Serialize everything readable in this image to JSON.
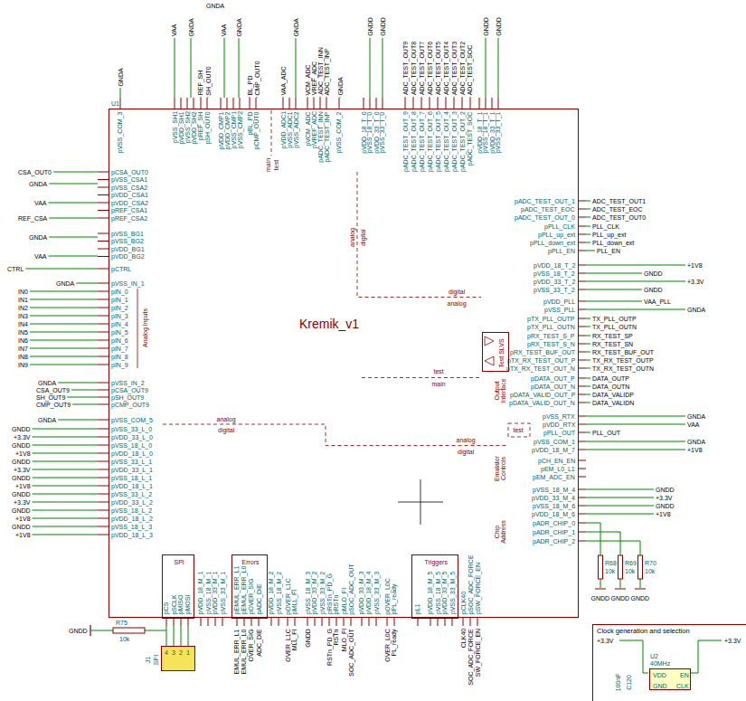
{
  "diagram": {
    "nodes": [
      {
        "text": [
          "U1",
          "Kremik_v1"
        ]
      },
      {
        "text": [
          "Test SLVS"
        ],
        "in": 0
      },
      {
        "text": [
          "SPI"
        ],
        "in": 0
      },
      {
        "text": [
          "Errors"
        ],
        "in": 0
      },
      {
        "text": [
          "Triggers"
        ],
        "in": 0
      },
      {
        "text": [
          "J1",
          "SPI"
        ]
      },
      {
        "text": [
          "Clock generation and selection"
        ]
      },
      {
        "text": [
          "U2",
          "40MHz",
          "VDD",
          "EN",
          "GND",
          "CLK"
        ],
        "in": 6
      }
    ],
    "labels": [
      "pVSS_COM_3",
      "pVSS_SH1",
      "pVDD_SH1",
      "pVSS_SH2",
      "pVDD_SH2",
      "pREF_SH",
      "pSH_OUT0",
      "pVDD_CMP1",
      "pVDD_CMP2",
      "pVSS_CMP1",
      "pVSS_CMP2",
      "pBL_PD",
      "pCMP_OUT0",
      "pVDD_ADC1",
      "pVSS_ADC1",
      "pVSS_ADC2",
      "pVCM_ADC",
      "pVREF_ADC",
      "pADC_TEST_INN",
      "pADC_TEST_INP",
      "pVSS_COM_2",
      "pVDD_18_T_0",
      "pVSS_18_T_0",
      "pVDD_33_T_0",
      "pVSS_33_T_0",
      "pADC_TEST_OUT_9",
      "pADC_TEST_OUT_8",
      "pADC_TEST_OUT_7",
      "pADC_TEST_OUT_6",
      "pADC_TEST_OUT_5",
      "pADC_TEST_OUT_4",
      "pADC_TEST_OUT_3",
      "pADC_TEST_OUT_2",
      "pADC_TEST_SOC",
      "pVDD_18_T_1",
      "pVSS_18_T_1",
      "pVDD_33_T_1",
      "pVSS_33_T_1",
      "GNDA",
      "VAA",
      "GNDA",
      "GNDA",
      "REF_SH",
      "SH_OUT0",
      "VAA",
      "GNDA",
      "BL_PD",
      "CMP_OUT0",
      "VAA_ADC",
      "GNDA",
      "VCM_ADC",
      "VREF_ADC",
      "ADC_TEST_INN",
      "ADC_TEST_INP",
      "GNDA",
      "GNDD",
      "GNDD",
      "ADC_TEST_OUT9",
      "ADC_TEST_OUT8",
      "ADC_TEST_OUT7",
      "ADC_TEST_OUT6",
      "ADC_TEST_OUT5",
      "ADC_TEST_OUT4",
      "ADC_TEST_OUT3",
      "ADC_TEST_OUT2",
      "ADC_TEST_SOC",
      "GNDD",
      "GNDD",
      "pCSA_OUT0",
      "pVSS_CSA1",
      "pVSS_CSA2",
      "pVDD_CSA1",
      "pVDD_CSA2",
      "pREF_CSA1",
      "pREF_CSA2",
      "pVSS_BG1",
      "pVSS_BG2",
      "pVDD_BG1",
      "pVDD_BG2",
      "pCTRL",
      "pVSS_IN_1",
      "pIN_0",
      "pIN_1",
      "pIN_2",
      "pIN_3",
      "pIN_4",
      "pIN_5",
      "pIN_6",
      "pIN_7",
      "pIN_8",
      "pIN_9",
      "pVSS_IN_2",
      "pCSA_OUT9",
      "pSH_OUT9",
      "pCMP_OUT9",
      "pVSS_COM_5",
      "pVSS_33_L_0",
      "pVDD_33_L_0",
      "pVSS_18_L_0",
      "pVDD_18_L_0",
      "pVSS_33_L_1",
      "pVDD_33_L_1",
      "pVSS_18_L_1",
      "pVDD_18_L_1",
      "pVSS_33_L_2",
      "pVDD_33_L_2",
      "pVSS_18_L_2",
      "pVDD_18_L_2",
      "pVSS_18_L_3",
      "pVDD_18_L_3",
      "CSA_OUT0",
      "GNDA",
      "VAA",
      "REF_CSA",
      "GNDA",
      "VAA",
      "CTRL",
      "GNDA",
      "IN0",
      "IN1",
      "IN2",
      "IN3",
      "IN4",
      "IN5",
      "IN6",
      "IN7",
      "IN8",
      "IN9",
      "GNDA",
      "CSA_OUT9",
      "SH_OUT9",
      "CMP_OUT9",
      "GNDA",
      "GNDD",
      "+3.3V",
      "GNDD",
      "+1V8",
      "GNDD",
      "+3.3V",
      "GNDD",
      "+1V8",
      "GNDD",
      "+3.3V",
      "GNDD",
      "+1V8",
      "GNDD",
      "+1V8",
      "pADC_TEST_OUT_1",
      "pADC_TEST_EOC",
      "pADC_TEST_OUT_0",
      "pPLL_CLK",
      "pPLL_up_ext",
      "pPLL_down_ext",
      "pPLL_EN",
      "pVDD_18_T_2",
      "pVSS_18_T_2",
      "pVDD_33_T_2",
      "pVSS_33_T_2",
      "pVDD_PLL",
      "pVSS_PLL",
      "pTX_PLL_OUTP",
      "pTX_PLL_OUTN",
      "pRX_TEST_S_P",
      "pRX_TEST_S_N",
      "pRX_TEST_BUF_OUT",
      "pTX_RX_TEST_OUT_P",
      "pTX_RX_TEST_OUT_N",
      "pDATA_OUT_P",
      "pDATA_OUT_N",
      "pDATA_VALID_OUT_P",
      "pDATA_VALID_OUT_N",
      "pVSS_RTX",
      "pVDD_RTX",
      "pPLL_OUT",
      "pVSS_COM_1",
      "pVDD_18_M_7",
      "pCH_EN_EN",
      "pEM_L0_L1",
      "pEM_ADC_EN",
      "pVSS_18_M_4",
      "pVDD_33_M_4",
      "pVSS_18_M_6",
      "pVDD_18_M_6",
      "pADR_CHIP_0",
      "pADR_CHIP_1",
      "pADR_CHIP_2",
      "ADC_TEST_OUT1",
      "ADC_TEST_EOC",
      "ADC_TEST_OUT0",
      "PLL_CLK",
      "PLL_up_ext",
      "PLL_down_ext",
      "PLL_EN",
      "+1V8",
      "GNDD",
      "+3.3V",
      "GNDD",
      "VAA_PLL",
      "GNDA",
      "TX_PLL_OUTP",
      "TX_PLL_OUTN",
      "RX_TEST_SP",
      "RX_TEST_SN",
      "RX_TEST_BUF_OUT",
      "TX_RX_TEST_OUTP",
      "TX_RX_TEST_OUTN",
      "DATA_OUTP",
      "DATA_OUTN",
      "DATA_VALIDP",
      "DATA_VALIDN",
      "GNDA",
      "VAA",
      "PLL_OUT",
      "GNDA",
      "+1V8",
      "GNDD",
      "+3.3V",
      "GNDD",
      "+1V8",
      "pCS",
      "pSCLK",
      "pMISO",
      "pMOSI",
      "pVDD_18_M_1",
      "pVSS_18_M_1",
      "pVDD_33_M_1",
      "pVSS_33_M_1",
      "pEMUL_ERR_L1",
      "pEMUL_ERR_L0",
      "pOVER_SIG",
      "pADC_DIE",
      "pVDD_18_M_2",
      "pVSS_18_M_2",
      "pOVER_L1C",
      "pMLL_FI",
      "pVSS_18_M_3",
      "pVDD_33_M_2",
      "pVSS_33_M_2",
      "pRSTn_PD_G",
      "pRSTn",
      "pMLO_FI",
      "pSOC_ADC_OUT",
      "pVDD_33_M_3",
      "pVDD_18_M_4",
      "pVSS_33_M_3",
      "pOVER_L0C",
      "pPL_ready",
      "pL1",
      "pVDD_18_M_5",
      "pVSS_18_M_5",
      "pVDD_33_M_5",
      "pVSS_33_M_5",
      "pCLK40",
      "pSOC_ADC_FORCE",
      "pSW_FORCE_EN",
      "EMUL_ERR_L1",
      "EMUL_ERR_L0",
      "OVER_SIG",
      "ADC_DIE",
      "OVER_L1C",
      "MLL_FI",
      "GNDD",
      "RSTn_PD_G",
      "RSTn",
      "MLO_FI",
      "SOC_ADC_OUT",
      "OVER_L0C",
      "PL_ready",
      "CLK40",
      "SOC_ADC_FORCE",
      "SW_FORCE_EN",
      "Analog Inputs",
      "Output Interface",
      "Emulator Controls",
      "Chip Address",
      "main",
      "test",
      "analog",
      "digital",
      "digital",
      "analog",
      "test",
      "main",
      "analog",
      "digital",
      "analog",
      "digital",
      "test",
      "GNDD",
      "R75",
      "10k",
      "4",
      "3",
      "2",
      "1",
      "R68",
      "10k",
      "R69",
      "10k",
      "R70",
      "10k",
      "GNDD",
      "GNDD",
      "GNDD",
      "+3.3V",
      "+3.3V",
      "100nF",
      "C120"
    ]
  }
}
